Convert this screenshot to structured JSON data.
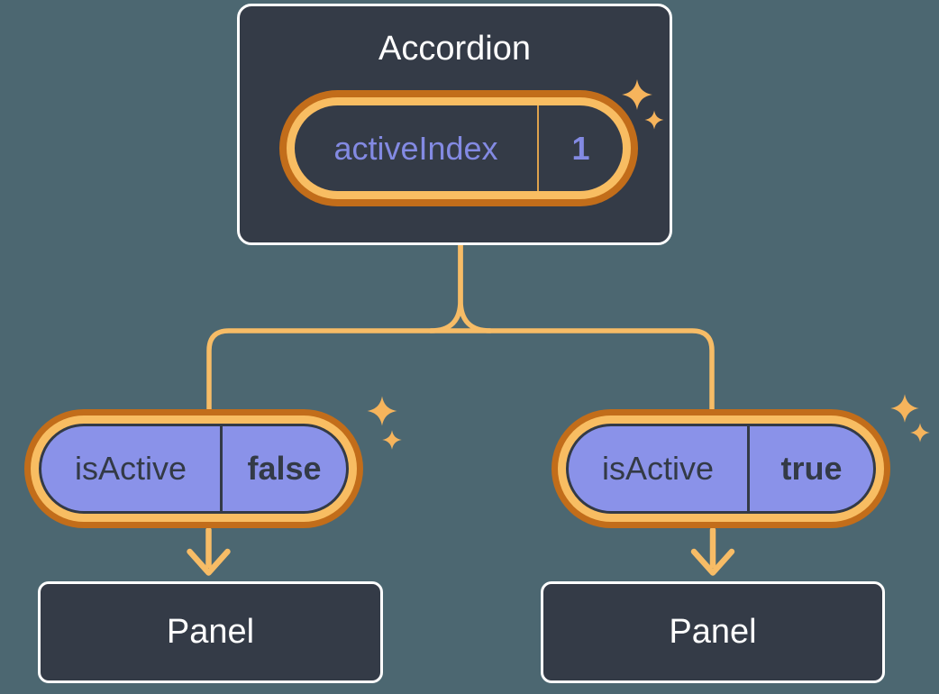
{
  "root_component": {
    "title": "Accordion",
    "state": {
      "name": "activeIndex",
      "value": "1"
    }
  },
  "children": [
    {
      "prop": {
        "name": "isActive",
        "value": "false"
      },
      "panel_label": "Panel"
    },
    {
      "prop": {
        "name": "isActive",
        "value": "true"
      },
      "panel_label": "Panel"
    }
  ],
  "colors": {
    "background": "#4C6771",
    "node_fill": "#343B47",
    "node_border": "#FFFFFF",
    "pill_fill": "#8A92E9",
    "ring_outer": "#C26D1A",
    "ring_inner": "#F8BD62",
    "connector": "#F7BC66",
    "sparkle": "#F6B45C",
    "text_light": "#FFFFFF",
    "text_dark": "#333A46",
    "text_purple": "#838AE3",
    "state_divider": "#DEA24C"
  }
}
